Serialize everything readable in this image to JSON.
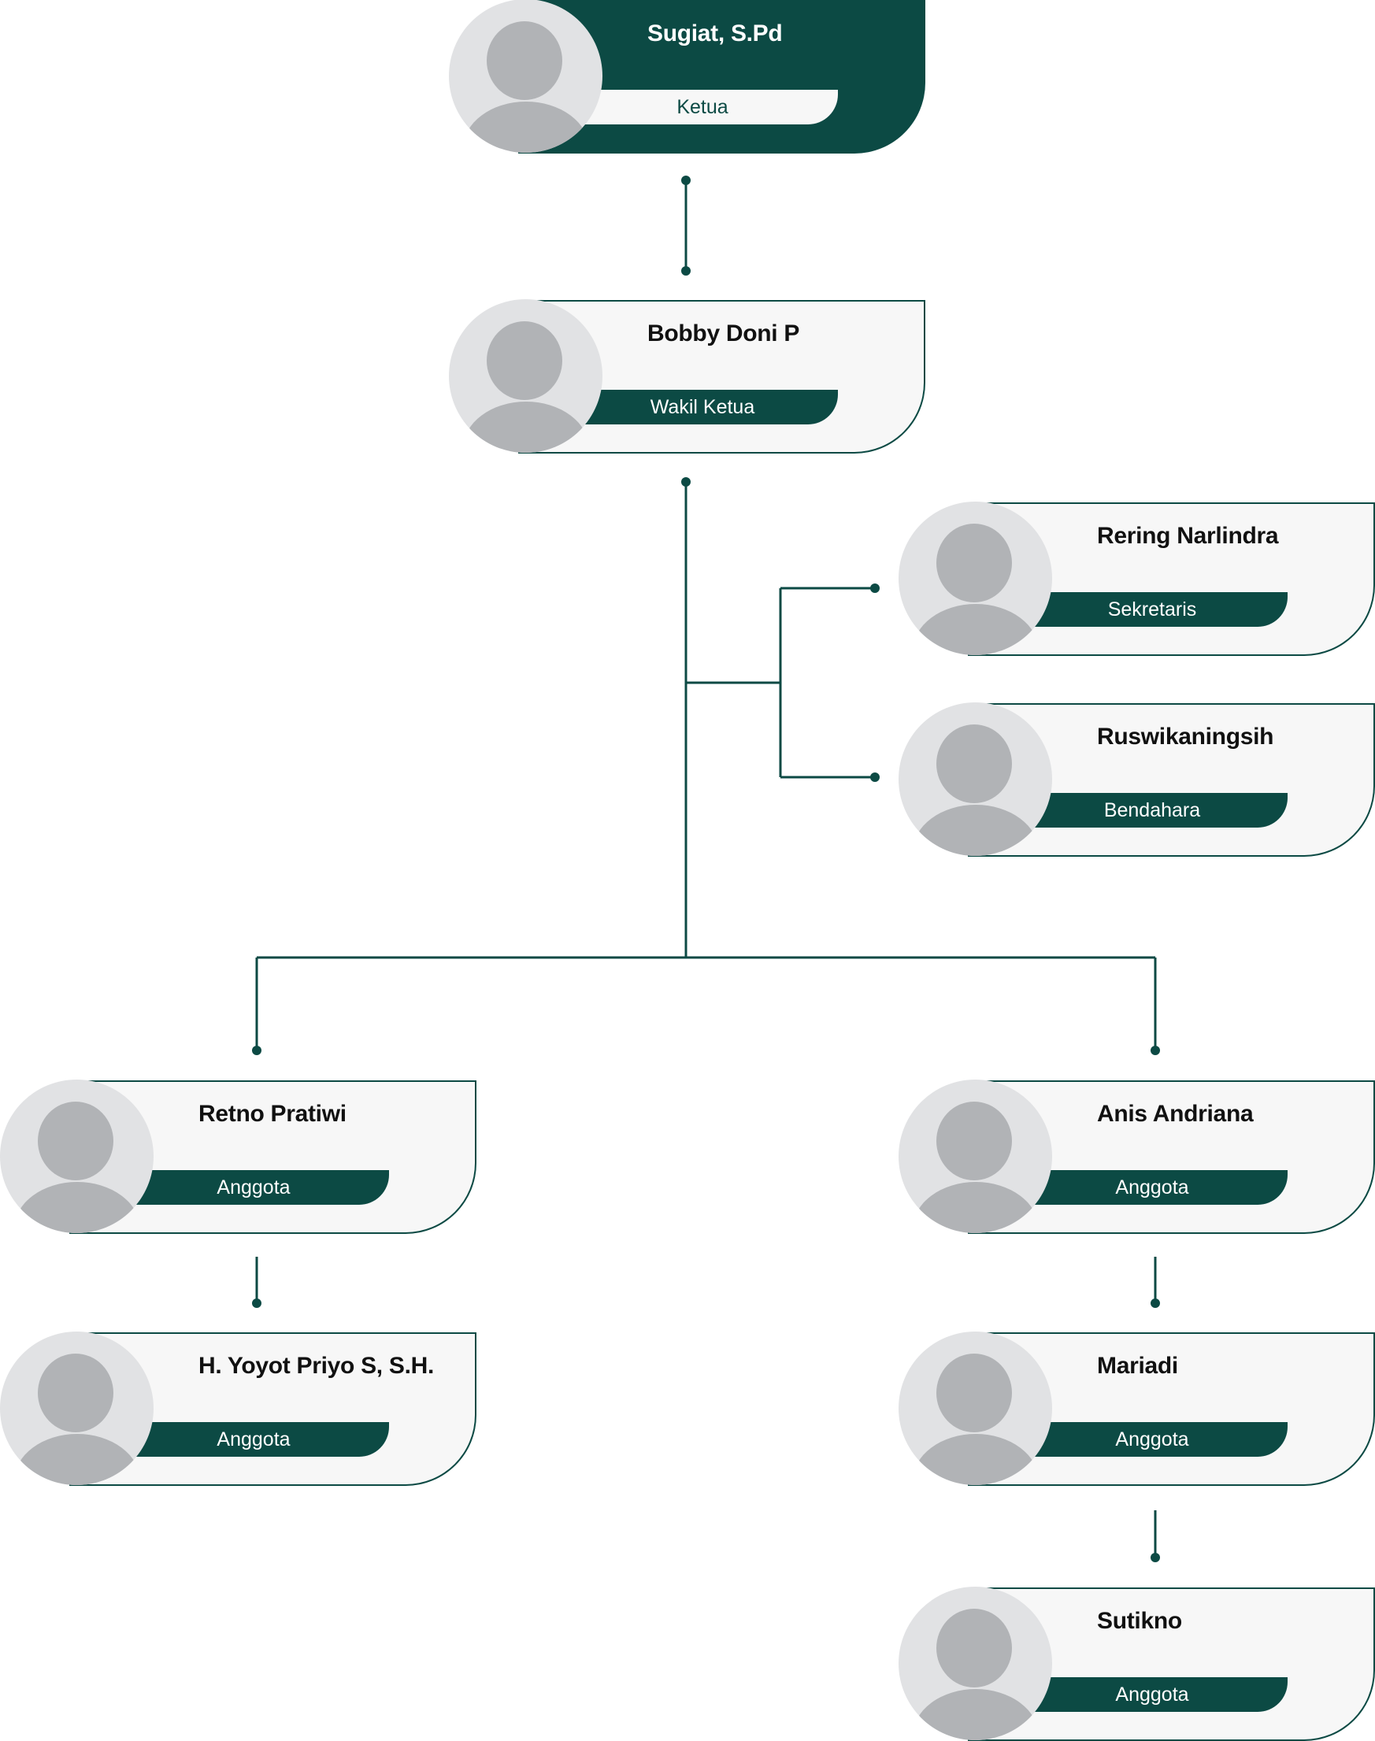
{
  "members": [
    {
      "name": "Sugiat, S.Pd",
      "role": "Ketua"
    },
    {
      "name": "Bobby Doni P",
      "role": "Wakil Ketua"
    },
    {
      "name": "Rering Narlindra",
      "role": "Sekretaris"
    },
    {
      "name": "Ruswikaningsih",
      "role": "Bendahara"
    },
    {
      "name": "Retno Pratiwi",
      "role": "Anggota"
    },
    {
      "name": "Anis Andriana",
      "role": "Anggota"
    },
    {
      "name": "H. Yoyot Priyo S, S.H.",
      "role": "Anggota"
    },
    {
      "name": "Mariadi",
      "role": "Anggota"
    },
    {
      "name": "Sutikno",
      "role": "Anggota"
    }
  ],
  "colors": {
    "primary": "#0c4a44",
    "card_background": "#f7f7f7",
    "avatar_background": "#e1e2e4",
    "avatar_figure": "#b1b3b6"
  },
  "icons": [
    "person-avatar-icon"
  ]
}
